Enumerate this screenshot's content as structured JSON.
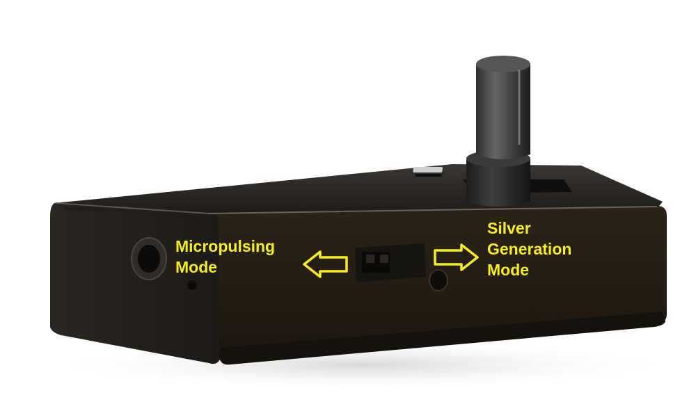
{
  "annotations": {
    "micropulsing": {
      "line1": "Micropulsing",
      "line2": "Mode"
    },
    "silver_generation": {
      "line1": "Silver",
      "line2": "Generation",
      "line3": "Mode"
    }
  },
  "colors": {
    "label_text": "#f5ef1e",
    "device_body": "#1f1c19",
    "device_front": "#231c13",
    "background": "#ffffff"
  },
  "icons": [
    "arrow-left-icon",
    "arrow-right-icon"
  ]
}
